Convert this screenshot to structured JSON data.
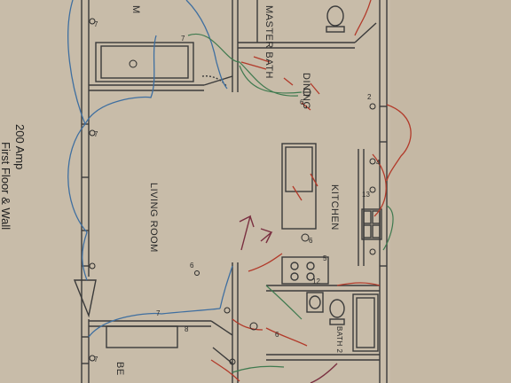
{
  "rooms": {
    "master_bath": "MASTER BATH",
    "master_bedroom_partial": "M",
    "dining": "DINING",
    "living_room": "LIVING ROOM",
    "kitchen": "KITCHEN",
    "bath_2": "BATH 2",
    "bedroom_partial": "BE"
  },
  "margin_notes": {
    "service": "200 Amp",
    "panel": "First Floor & Wall"
  },
  "circuit_tags": [
    "7",
    "7",
    "7",
    "6",
    "6",
    "7",
    "4",
    "6",
    "2",
    "13",
    "12",
    "5",
    "8",
    "6",
    "7"
  ],
  "wire_colors": {
    "blue": "#3f6fa0",
    "red": "#b23a2a",
    "green": "#3f7a4f",
    "maroon": "#7a2f40"
  }
}
